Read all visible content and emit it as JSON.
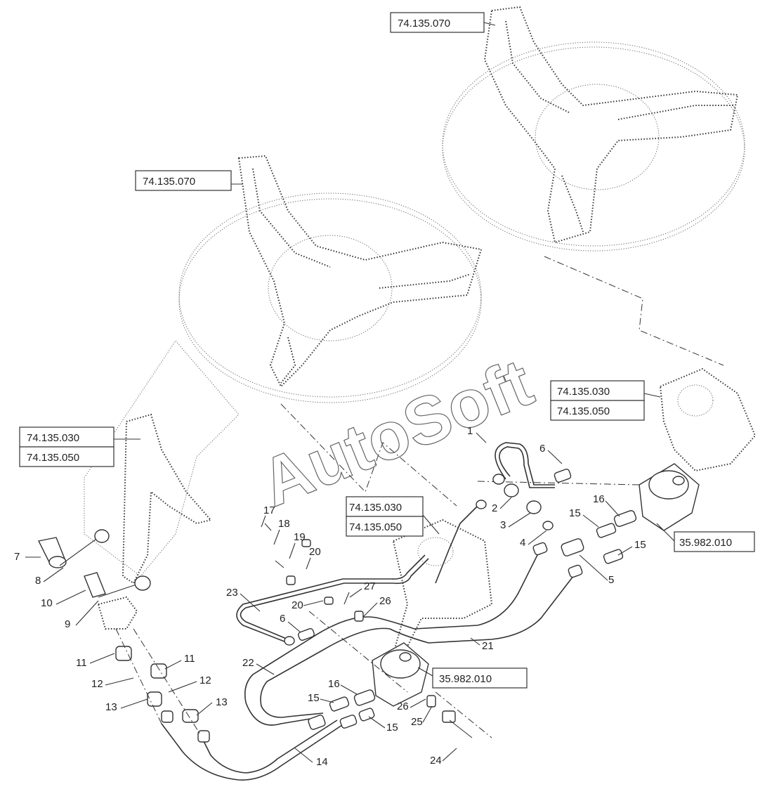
{
  "watermark": "AutoSoft",
  "refs": {
    "r1": "74.135.070",
    "r2": "74.135.070",
    "r3a": "74.135.030",
    "r3b": "74.135.050",
    "r4a": "74.135.030",
    "r4b": "74.135.050",
    "r5a": "74.135.030",
    "r5b": "74.135.050",
    "r6": "35.982.010",
    "r7": "35.982.010"
  },
  "callouts": {
    "c1": "1",
    "c2": "2",
    "c3": "3",
    "c4": "4",
    "c5": "5",
    "c6a": "6",
    "c6b": "6",
    "c7": "7",
    "c8": "8",
    "c9": "9",
    "c10": "10",
    "c11a": "11",
    "c11b": "11",
    "c12a": "12",
    "c12b": "12",
    "c13a": "13",
    "c13b": "13",
    "c14": "14",
    "c15a": "15",
    "c15b": "15",
    "c15c": "15",
    "c15d": "15",
    "c16a": "16",
    "c16b": "16",
    "c17": "17",
    "c18": "18",
    "c19": "19",
    "c20a": "20",
    "c20b": "20",
    "c21": "21",
    "c22": "22",
    "c23": "23",
    "c24": "24",
    "c25": "25",
    "c26a": "26",
    "c26b": "26",
    "c27": "27"
  }
}
